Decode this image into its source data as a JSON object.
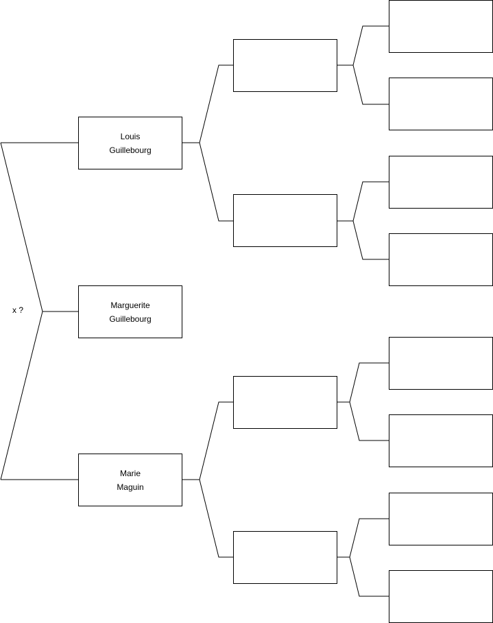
{
  "marriage_marker": "x ?",
  "child": {
    "line1": "Marguerite",
    "line2": "Guillebourg"
  },
  "father": {
    "line1": "Louis",
    "line2": "Guillebourg"
  },
  "mother": {
    "line1": "Marie",
    "line2": "Maguin"
  }
}
